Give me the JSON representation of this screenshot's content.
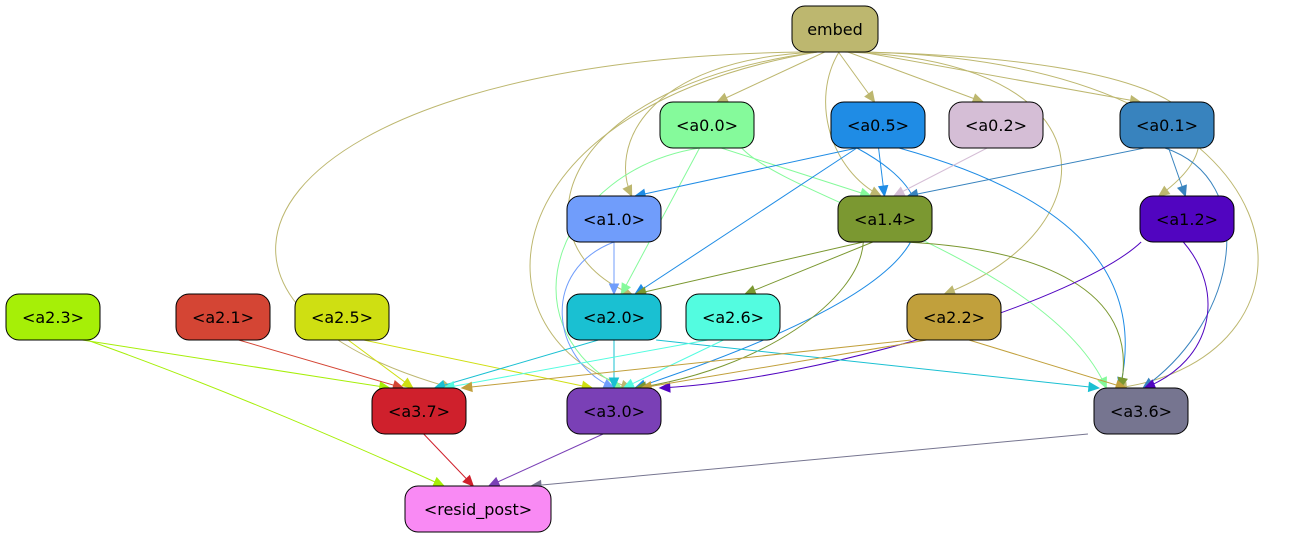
{
  "diagram": {
    "nodes": [
      {
        "id": "embed",
        "label": "embed",
        "fill": "#bdb76f",
        "text": "#000000"
      },
      {
        "id": "a0_0",
        "label": "<a0.0>",
        "fill": "#85fa9b",
        "text": "#000000"
      },
      {
        "id": "a0_5",
        "label": "<a0.5>",
        "fill": "#1f8ce5",
        "text": "#000000"
      },
      {
        "id": "a0_2",
        "label": "<a0.2>",
        "fill": "#d5bed6",
        "text": "#000000"
      },
      {
        "id": "a0_1",
        "label": "<a0.1>",
        "fill": "#3883be",
        "text": "#000000"
      },
      {
        "id": "a1_0",
        "label": "<a1.0>",
        "fill": "#709dfb",
        "text": "#000000"
      },
      {
        "id": "a1_4",
        "label": "<a1.4>",
        "fill": "#7b9831",
        "text": "#000000"
      },
      {
        "id": "a1_2",
        "label": "<a1.2>",
        "fill": "#5105c0",
        "text": "#000000"
      },
      {
        "id": "a2_3",
        "label": "<a2.3>",
        "fill": "#a6ef07",
        "text": "#000000"
      },
      {
        "id": "a2_1",
        "label": "<a2.1>",
        "fill": "#d44534",
        "text": "#000000"
      },
      {
        "id": "a2_5",
        "label": "<a2.5>",
        "fill": "#cfdf12",
        "text": "#000000"
      },
      {
        "id": "a2_0",
        "label": "<a2.0>",
        "fill": "#1ac0d2",
        "text": "#000000"
      },
      {
        "id": "a2_6",
        "label": "<a2.6>",
        "fill": "#53fce0",
        "text": "#000000"
      },
      {
        "id": "a2_2",
        "label": "<a2.2>",
        "fill": "#c1a03c",
        "text": "#000000"
      },
      {
        "id": "a3_7",
        "label": "<a3.7>",
        "fill": "#cf202c",
        "text": "#000000"
      },
      {
        "id": "a3_0",
        "label": "<a3.0>",
        "fill": "#7a40b6",
        "text": "#000000"
      },
      {
        "id": "a3_6",
        "label": "<a3.6>",
        "fill": "#767590",
        "text": "#000000"
      },
      {
        "id": "resid_post",
        "label": "<resid_post>",
        "fill": "#f98af4",
        "text": "#000000"
      }
    ],
    "edges": [
      {
        "from": "embed",
        "to": "a0_0",
        "color": "#bdb76f"
      },
      {
        "from": "embed",
        "to": "a0_5",
        "color": "#bdb76f"
      },
      {
        "from": "embed",
        "to": "a0_2",
        "color": "#bdb76f"
      },
      {
        "from": "embed",
        "to": "a0_1",
        "color": "#bdb76f"
      },
      {
        "from": "embed",
        "to": "a1_0",
        "color": "#bdb76f"
      },
      {
        "from": "embed",
        "to": "a1_4",
        "color": "#bdb76f"
      },
      {
        "from": "embed",
        "to": "a1_2",
        "color": "#bdb76f"
      },
      {
        "from": "embed",
        "to": "a2_0",
        "color": "#bdb76f"
      },
      {
        "from": "embed",
        "to": "a2_2",
        "color": "#bdb76f"
      },
      {
        "from": "embed",
        "to": "a3_7",
        "color": "#bdb76f"
      },
      {
        "from": "embed",
        "to": "a3_0",
        "color": "#bdb76f"
      },
      {
        "from": "embed",
        "to": "a3_6",
        "color": "#bdb76f"
      },
      {
        "from": "a0_0",
        "to": "a1_4",
        "color": "#85fa9b"
      },
      {
        "from": "a0_0",
        "to": "a2_0",
        "color": "#85fa9b"
      },
      {
        "from": "a0_0",
        "to": "a3_0",
        "color": "#85fa9b"
      },
      {
        "from": "a0_0",
        "to": "a3_6",
        "color": "#85fa9b"
      },
      {
        "from": "a0_5",
        "to": "a1_0",
        "color": "#1f8ce5"
      },
      {
        "from": "a0_5",
        "to": "a1_4",
        "color": "#1f8ce5"
      },
      {
        "from": "a0_5",
        "to": "a2_0",
        "color": "#1f8ce5"
      },
      {
        "from": "a0_5",
        "to": "a3_0",
        "color": "#1f8ce5"
      },
      {
        "from": "a0_5",
        "to": "a3_6",
        "color": "#1f8ce5"
      },
      {
        "from": "a0_2",
        "to": "a1_4",
        "color": "#d5bed6"
      },
      {
        "from": "a0_1",
        "to": "a1_4",
        "color": "#3883be"
      },
      {
        "from": "a0_1",
        "to": "a1_2",
        "color": "#3883be"
      },
      {
        "from": "a0_1",
        "to": "a3_6",
        "color": "#3883be"
      },
      {
        "from": "a1_0",
        "to": "a2_0",
        "color": "#709dfb"
      },
      {
        "from": "a1_0",
        "to": "a3_0",
        "color": "#709dfb"
      },
      {
        "from": "a1_4",
        "to": "a2_0",
        "color": "#7b9831"
      },
      {
        "from": "a1_4",
        "to": "a2_6",
        "color": "#7b9831"
      },
      {
        "from": "a1_4",
        "to": "a3_0",
        "color": "#7b9831"
      },
      {
        "from": "a1_4",
        "to": "a3_6",
        "color": "#7b9831"
      },
      {
        "from": "a1_2",
        "to": "a3_0",
        "color": "#5105c0"
      },
      {
        "from": "a1_2",
        "to": "a3_6",
        "color": "#5105c0"
      },
      {
        "from": "a2_3",
        "to": "a3_7",
        "color": "#a6ef07"
      },
      {
        "from": "a2_3",
        "to": "resid_post",
        "color": "#a6ef07"
      },
      {
        "from": "a2_1",
        "to": "a3_7",
        "color": "#d44534"
      },
      {
        "from": "a2_5",
        "to": "a3_7",
        "color": "#cfdf12"
      },
      {
        "from": "a2_5",
        "to": "a3_0",
        "color": "#cfdf12"
      },
      {
        "from": "a2_0",
        "to": "a3_7",
        "color": "#1ac0d2"
      },
      {
        "from": "a2_0",
        "to": "a3_0",
        "color": "#1ac0d2"
      },
      {
        "from": "a2_0",
        "to": "a3_6",
        "color": "#1ac0d2"
      },
      {
        "from": "a2_6",
        "to": "a3_7",
        "color": "#53fce0"
      },
      {
        "from": "a2_6",
        "to": "a3_0",
        "color": "#53fce0"
      },
      {
        "from": "a2_2",
        "to": "a3_7",
        "color": "#c1a03c"
      },
      {
        "from": "a2_2",
        "to": "a3_0",
        "color": "#c1a03c"
      },
      {
        "from": "a2_2",
        "to": "a3_6",
        "color": "#c1a03c"
      },
      {
        "from": "a3_7",
        "to": "resid_post",
        "color": "#cf202c"
      },
      {
        "from": "a3_0",
        "to": "resid_post",
        "color": "#7a40b6"
      },
      {
        "from": "a3_6",
        "to": "resid_post",
        "color": "#767590"
      }
    ]
  }
}
